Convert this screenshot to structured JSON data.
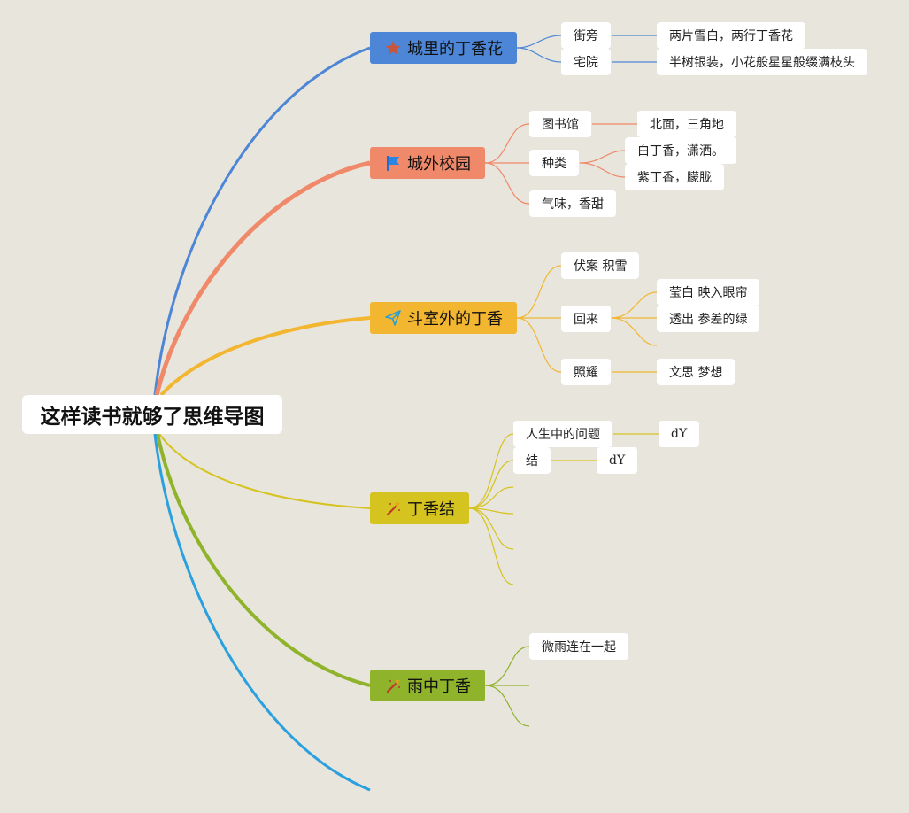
{
  "root": {
    "title": "这样读书就够了思维导图"
  },
  "colors": {
    "blue": "#4d86d6",
    "orange": "#f0896a",
    "amber": "#f2b630",
    "mustard": "#d5c31f",
    "green": "#8fb32a",
    "cyan": "#2aa0df"
  },
  "branches": [
    {
      "label": "城里的丁香花",
      "icon": "star-icon",
      "items": [
        {
          "label": "街旁",
          "child": "两片雪白，两行丁香花"
        },
        {
          "label": "宅院",
          "child": "半树银装，小花般星星般缀满枝头"
        }
      ]
    },
    {
      "label": "城外校园",
      "icon": "flag-icon",
      "items": [
        {
          "label": "图书馆",
          "child": "北面，三角地"
        },
        {
          "label": "种类",
          "children": [
            "白丁香，潇洒。",
            "紫丁香，朦胧"
          ]
        },
        {
          "label": "气味，香甜"
        }
      ]
    },
    {
      "label": "斗室外的丁香",
      "icon": "paper-plane-icon",
      "items": [
        {
          "label": "伏案 积雪"
        },
        {
          "label": "回来",
          "children": [
            "莹白 映入眼帘",
            "透出 参差的绿"
          ]
        },
        {
          "label": "照耀",
          "child": "文思 梦想"
        }
      ]
    },
    {
      "label": "丁香结",
      "icon": "magic-wand-icon",
      "items": [
        {
          "label": "人生中的问题",
          "child": "dY"
        },
        {
          "label": "结",
          "child": "dY"
        }
      ]
    },
    {
      "label": "雨中丁香",
      "icon": "magic-wand-icon",
      "items": [
        {
          "label": "微雨连在一起"
        }
      ]
    }
  ]
}
